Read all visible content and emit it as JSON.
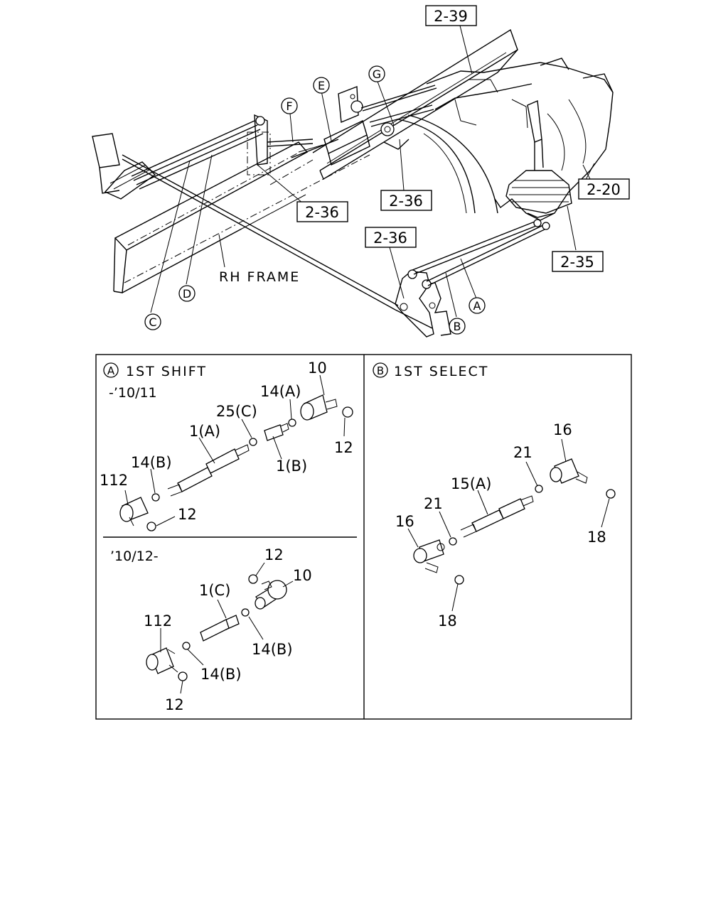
{
  "overview": {
    "refs": {
      "r239": "2-39",
      "r220": "2-20",
      "r236a": "2-36",
      "r236b": "2-36",
      "r236c": "2-36",
      "r235": "2-35"
    },
    "letters": {
      "a": "A",
      "b": "B",
      "c": "C",
      "d": "D",
      "e": "E",
      "f": "F",
      "g": "G"
    },
    "frame_label": "RH FRAME"
  },
  "panel_a": {
    "letter": "A",
    "title": "1ST SHIFT",
    "top": {
      "range": "-’10/11",
      "labels": {
        "p10": "10",
        "p14a": "14(A)",
        "p25c": "25(C)",
        "p1a": "1(A)",
        "p12a": "12",
        "p1b": "1(B)",
        "p14b": "14(B)",
        "p112": "112",
        "p12b": "12"
      }
    },
    "bottom": {
      "range": "’10/12-",
      "labels": {
        "p12a": "12",
        "p10": "10",
        "p1c": "1(C)",
        "p112": "112",
        "p14ba": "14(B)",
        "p14bb": "14(B)",
        "p12b": "12"
      }
    }
  },
  "panel_b": {
    "letter": "B",
    "title": "1ST SELECT",
    "labels": {
      "p16a": "16",
      "p21a": "21",
      "p15a": "15(A)",
      "p21b": "21",
      "p16b": "16",
      "p18a": "18",
      "p18b": "18"
    }
  }
}
